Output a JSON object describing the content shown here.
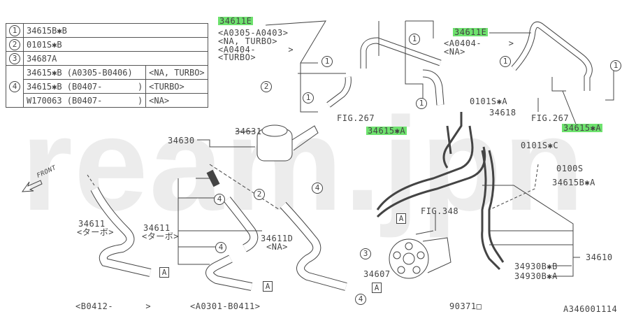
{
  "watermark": "ream.jpn",
  "legend": {
    "rows": [
      {
        "num": "1",
        "part": "34615B✱B",
        "note": ""
      },
      {
        "num": "2",
        "part": "0101S✱B",
        "note": ""
      },
      {
        "num": "3",
        "part": "34687A",
        "note": ""
      },
      {
        "num": "4",
        "part": "34615✱B (A0305-B0406)",
        "note": "<NA, TURBO>"
      },
      {
        "num": "",
        "part": "34615✱B (B0407-       )",
        "note": "<TURBO>"
      },
      {
        "num": "",
        "part": "W170063 (B0407-       )",
        "note": "<NA>"
      }
    ]
  },
  "labels": {
    "hose_e_left": "34611E",
    "hose_e_left_range1": "<A0305-A0403>",
    "hose_e_left_variant1": "<NA, TURBO>",
    "hose_e_left_range2": "<A0404-      >",
    "hose_e_left_variant2": "<TURBO>",
    "hose_e_right": "34611E",
    "hose_e_right_range": "<A0404-     >",
    "hose_e_right_variant": "<NA>",
    "clamp_a_left": "34615✱A",
    "clamp_a_right": "34615✱A",
    "fig267_left": "FIG.267",
    "fig267_right": "FIG.267",
    "bolt_a": "0101S✱A",
    "bracket": "34618",
    "bolt_c": "0101S✱C",
    "tank_cap": "34631",
    "tank": "34630",
    "bolt_0100s": "0100S",
    "clamp_ba": "34615B✱A",
    "fig348": "FIG.348",
    "hose_assy": "34610",
    "washer_b": "34930B✱B",
    "washer_a": "34930B✱A",
    "pump_part": "34607",
    "grommet": "90371□",
    "diagram_id": "A346001114",
    "hose_turbo1": "34611",
    "hose_turbo1_variant": "<ターボ>",
    "hose_turbo2": "34611",
    "hose_turbo2_variant": "<ターボ>",
    "hose_na": "34611D",
    "hose_na_variant": "<NA>",
    "range_left": "<B0412-      >",
    "range_mid": "<A0301-B0411>",
    "front": "FRONT",
    "ref_a": "A"
  },
  "callouts": [
    "1",
    "2",
    "3",
    "4"
  ],
  "colors": {
    "highlight": "#6ee26e",
    "line": "#444444",
    "watermark": "#ececec"
  }
}
